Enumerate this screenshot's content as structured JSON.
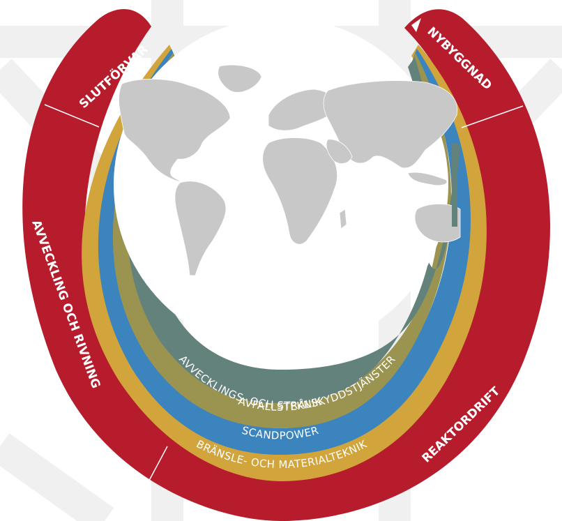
{
  "colors": {
    "outer_red": "#b71c2c",
    "gold": "#d2a43c",
    "blue": "#3c84bd",
    "olive": "#9b9450",
    "teal": "#64827c",
    "map": "#c8c8c8",
    "background": "#ffffff",
    "watermark": "#f0f0f1"
  },
  "segments": [
    {
      "label": "SLUTFÖRVAR"
    },
    {
      "label": "NYBYGGNAD"
    },
    {
      "label": "AVVECKLING OCH RIVNING"
    },
    {
      "label": "REAKTORDRIFT"
    }
  ],
  "bands": [
    {
      "label": "AVVECKLINGS- OCH STRÅLSKYDDSTJÄNSTER"
    },
    {
      "label": "AVFALLSTEKNIK"
    },
    {
      "label": "SCANDPOWER"
    },
    {
      "label": "BRÄNSLE- OCH MATERIALTEKNIK"
    }
  ]
}
